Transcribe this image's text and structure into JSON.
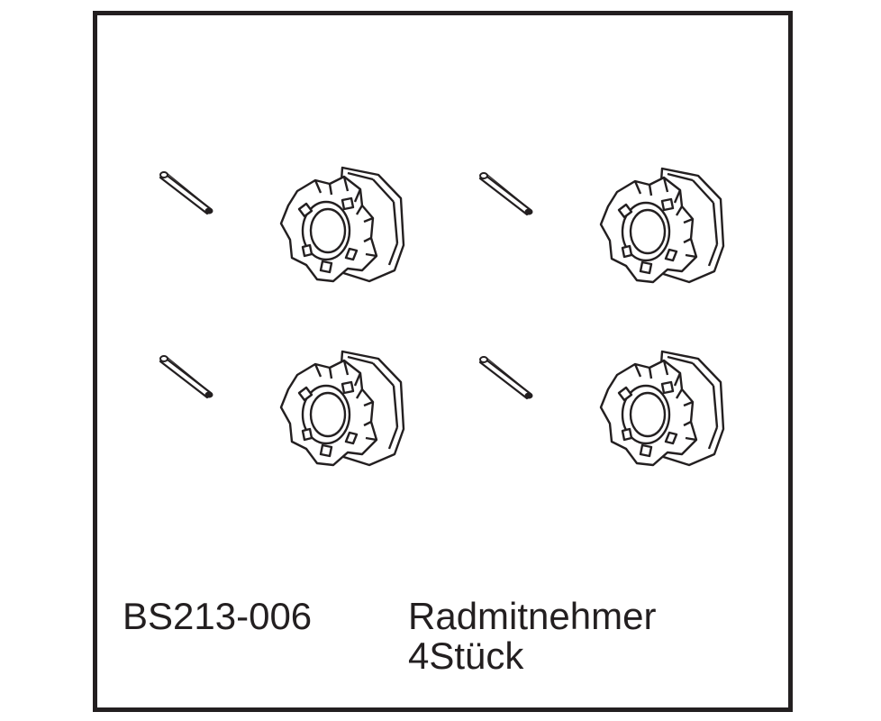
{
  "part": {
    "number": "BS213-006",
    "name": "Radmitnehmer",
    "quantity": "4Stück"
  },
  "icons": {
    "pin": "pin-icon",
    "hex_hub": "wheel-hex-hub-icon"
  },
  "colors": {
    "line": "#231f20",
    "background": "#ffffff"
  }
}
